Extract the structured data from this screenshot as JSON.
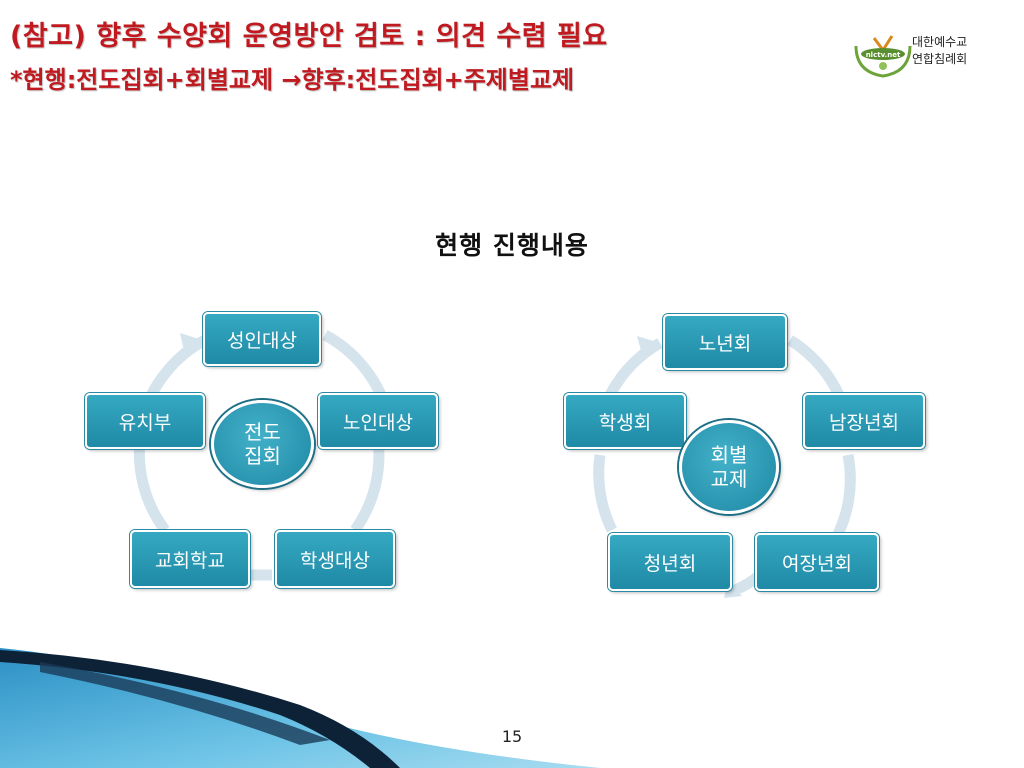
{
  "slide": {
    "title_line1": "(참고) 향후 수양회 운영방안 검토 : 의견 수렴 필요",
    "title_line2": "*현행:전도집회+회별교제 →향후:전도집회+주제별교제",
    "org_line1": "대한예수교",
    "org_line2": "연합침례회",
    "logo_text": "nlctv.net",
    "subtitle": "현행 진행내용",
    "page_number": "15"
  },
  "diagram_left": {
    "hub_line1": "전도",
    "hub_line2": "집회",
    "nodes": [
      "성인대상",
      "노인대상",
      "학생대상",
      "교회학교",
      "유치부"
    ]
  },
  "diagram_right": {
    "hub_line1": "회별",
    "hub_line2": "교제",
    "nodes": [
      "노년회",
      "남장년회",
      "여장년회",
      "청년회",
      "학생회"
    ]
  },
  "colors": {
    "title": "#c0191f",
    "node_fill": "#2a9ab5",
    "cycle_arrow": "#d4e3ec",
    "wave_dark": "#0d2236",
    "wave_blue": "#3aa9d6"
  }
}
